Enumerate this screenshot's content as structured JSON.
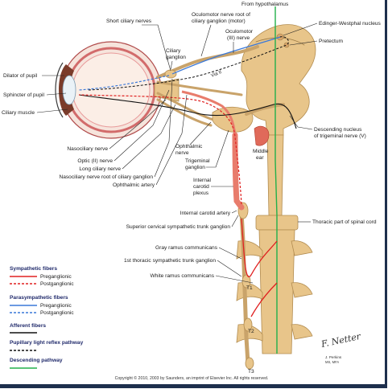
{
  "labels": {
    "from_hypothalamus": "From hypothalamus",
    "short_ciliary_nerves": "Short ciliary nerves",
    "oculomotor_root_line1": "Oculomotor nerve root of",
    "oculomotor_root_line2": "ciliary ganglion (motor)",
    "oculomotor_iii_line1": "Oculomotor",
    "oculomotor_iii_line2": "(III) nerve",
    "edinger_westphal": "Edinger-Westphal nucleus",
    "pretectum": "Pretectum",
    "ciliary_ganglion_line1": "Ciliary",
    "ciliary_ganglion_line2": "ganglion",
    "via_ii": "Via II",
    "dilator_of_pupil": "Dilator of pupil",
    "sphincter_of_pupil": "Sphincter of pupil",
    "ciliary_muscle": "Ciliary muscle",
    "nasociliary_nerve": "Nasociliary nerve",
    "optic_nerve": "Optic (II) nerve",
    "long_ciliary_nerve": "Long ciliary nerve",
    "nasociliary_root": "Nasociliary nerve root of ciliary ganglion",
    "ophthalmic_artery": "Ophthalmic artery",
    "ophthalmic_nerve_line1": "Ophthalmic",
    "ophthalmic_nerve_line2": "nerve",
    "trigeminal_ganglion_line1": "Trigeminal",
    "trigeminal_ganglion_line2": "ganglion",
    "internal_carotid_plexus_line1": "Internal",
    "internal_carotid_plexus_line2": "carotid",
    "internal_carotid_plexus_line3": "plexus",
    "middle_ear_line1": "Middle",
    "middle_ear_line2": "ear",
    "descending_nucleus_line1": "Descending nucleus",
    "descending_nucleus_line2": "of trigeminal nerve (V)",
    "internal_carotid_artery": "Internal carotid artery",
    "superior_cervical_ganglion": "Superior cervical sympathetic trunk ganglion",
    "thoracic_spinal_cord": "Thoracic part of spinal cord",
    "gray_ramus": "Gray ramus communicans",
    "first_thoracic_ganglion": "1st thoracic sympathetic trunk ganglion",
    "white_ramus": "White ramus communicans",
    "t1": "T1",
    "t2": "T2",
    "t3": "T3"
  },
  "legend": {
    "sympathetic_title": "Sympathetic fibers",
    "sympathetic_pre": "Preganglionic",
    "sympathetic_post": "Postganglionic",
    "parasympathetic_title": "Parasympathetic fibers",
    "parasympathetic_pre": "Preganglionic",
    "parasympathetic_post": "Postganglionic",
    "afferent_title": "Afferent fibers",
    "pupillary_title": "Pupillary light reflex pathway",
    "descending_title": "Descending pathway"
  },
  "signature": {
    "name": "F. Netter",
    "sub1": "J. Perkins",
    "sub2": "MS, MFA"
  },
  "copyright": "Copyright © 2010, 2003 by Saunders, an imprint of Elsevier Inc. All rights reserved.",
  "colors": {
    "sympathetic": "#e02020",
    "parasympathetic": "#3a78d8",
    "afferent": "#111111",
    "descending": "#22b04b",
    "nerve": "#c9a36a",
    "frame": "#1d2f4d"
  }
}
